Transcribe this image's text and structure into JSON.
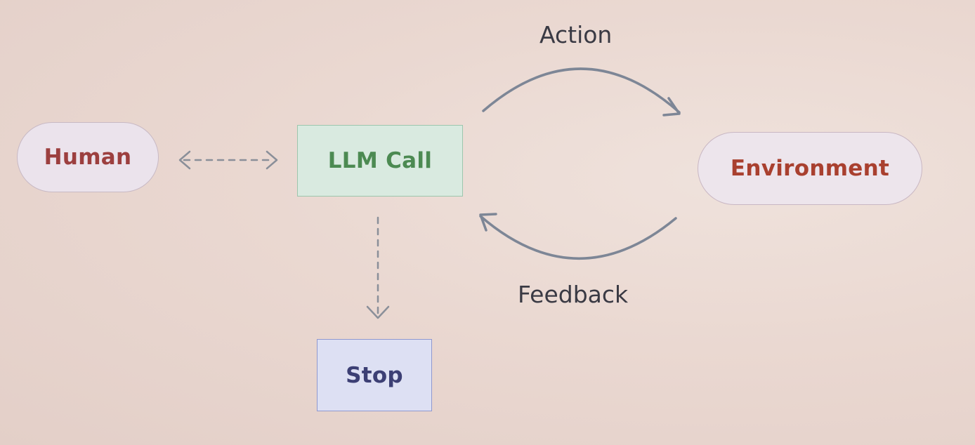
{
  "nodes": {
    "human": "Human",
    "llm_call": "LLM Call",
    "environment": "Environment",
    "stop": "Stop"
  },
  "edges": {
    "action": "Action",
    "feedback": "Feedback"
  },
  "colors": {
    "background": "#ead8d1",
    "human_text": "#9c3f3f",
    "llm_text": "#4c8a52",
    "environment_text": "#a9402f",
    "stop_text": "#3c3f74",
    "arrow_solid": "#7d8696",
    "arrow_dashed": "#8a8f99"
  }
}
